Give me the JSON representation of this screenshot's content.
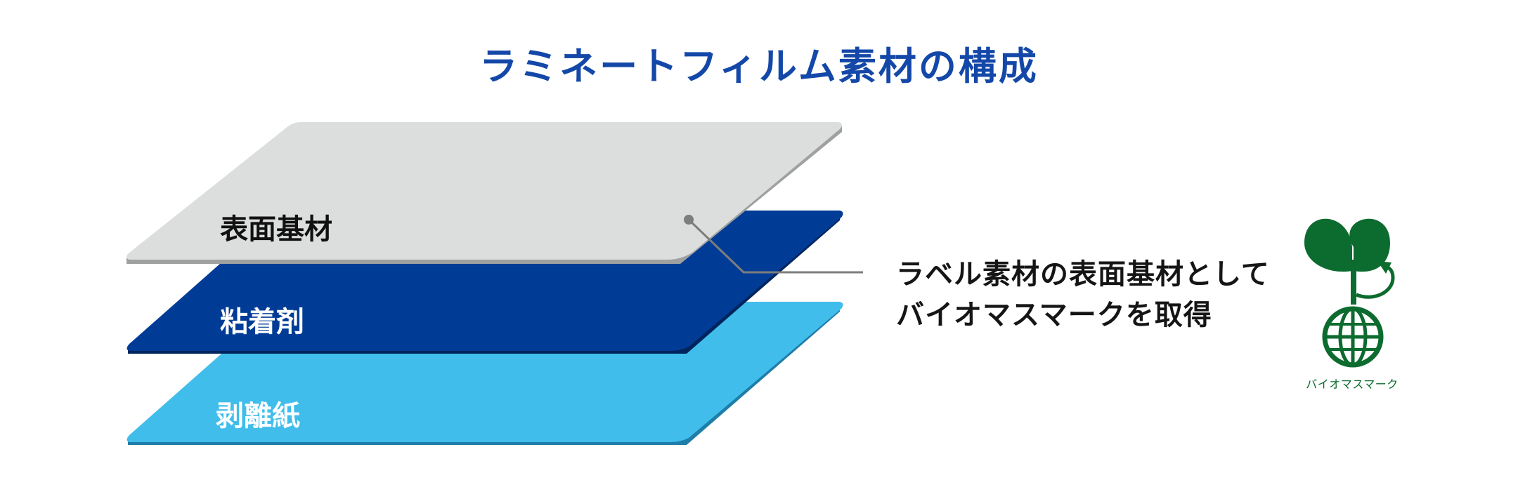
{
  "title": "ラミネートフィルム素材の構成",
  "layers": {
    "surface": {
      "label": "表面基材",
      "color": "#dcdddd",
      "edge": "#9fa0a0"
    },
    "adhesive": {
      "label": "粘着剤",
      "color": "#003c96",
      "edge": "#00245e"
    },
    "liner": {
      "label": "剥離紙",
      "color": "#41bdeb",
      "edge": "#1e7ea8"
    }
  },
  "callout": {
    "line1": "ラベル素材の表面基材として",
    "line2": "バイオマスマークを取得"
  },
  "biomass_mark": {
    "caption": "バイオマスマーク",
    "color": "#0c6b2e"
  },
  "colors": {
    "title": "#1448a8",
    "leader_line": "#7d7d7d"
  }
}
